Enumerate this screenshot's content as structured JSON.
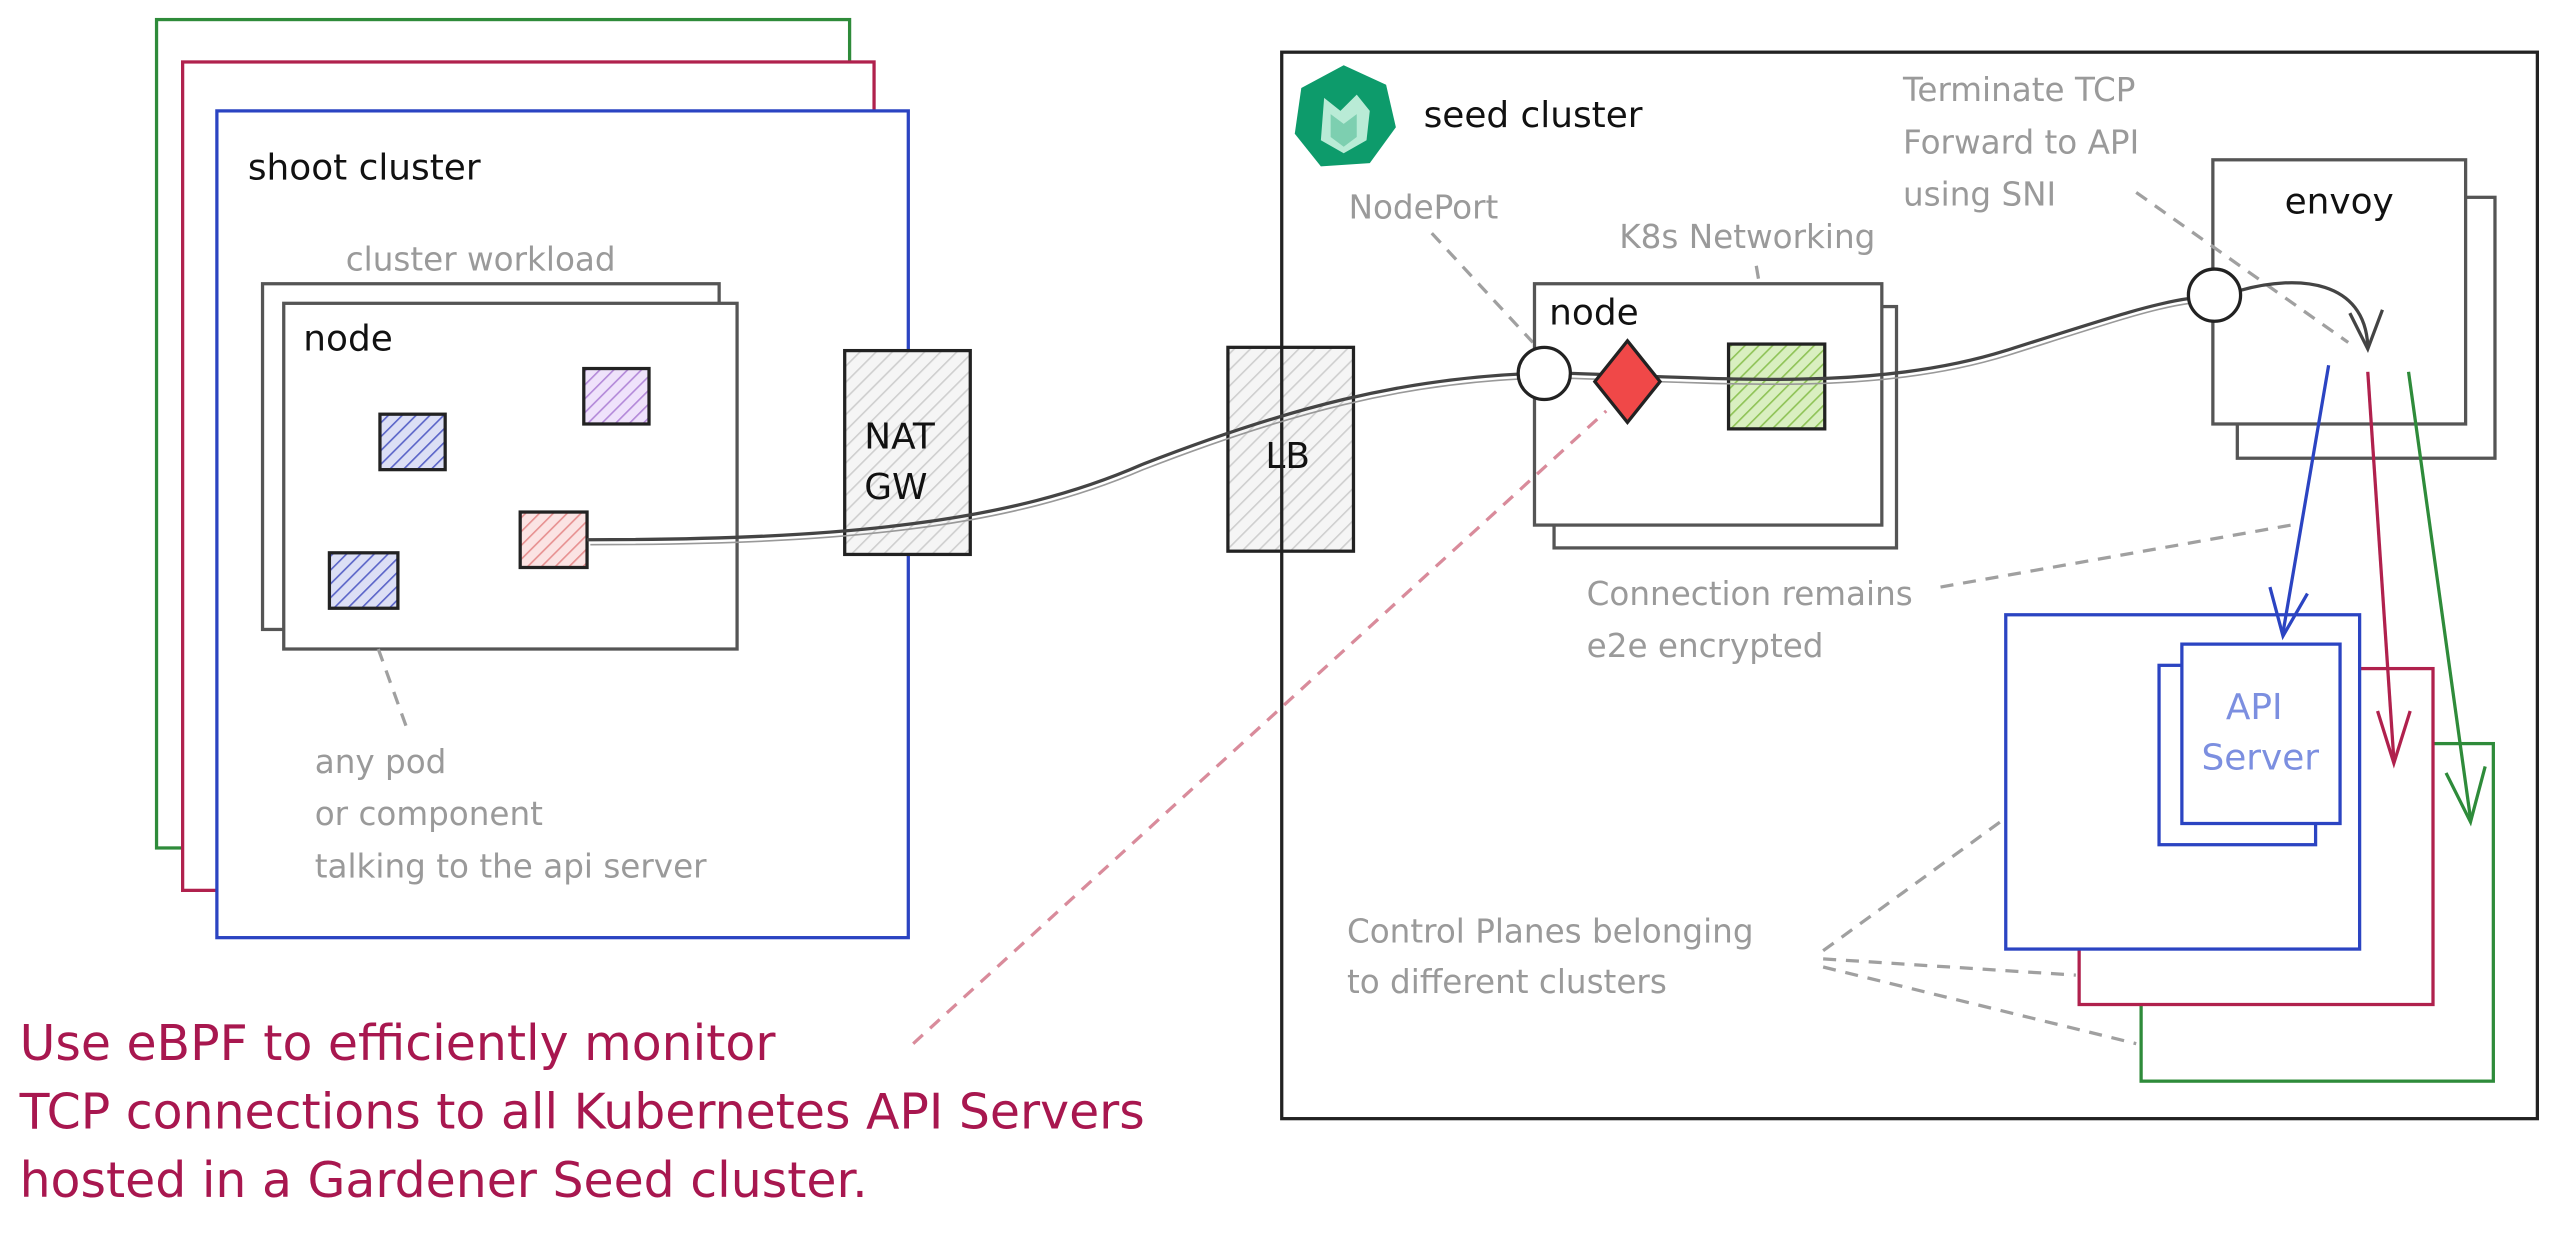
{
  "shoot": {
    "title": "shoot cluster",
    "workload_label": "cluster workload",
    "node_label": "node",
    "pod_note": [
      "any pod",
      "or component",
      "talking to the api server"
    ]
  },
  "natgw": {
    "label_line1": "NAT",
    "label_line2": "GW"
  },
  "lb": {
    "label": "LB"
  },
  "seed": {
    "title": "seed cluster",
    "nodeport_label": "NodePort",
    "k8s_label": "K8s Networking",
    "node_label": "node",
    "envoy_label": "envoy",
    "envoy_note": [
      "Terminate TCP",
      "Forward to API",
      "using SNI"
    ],
    "encrypted_note": [
      "Connection remains",
      "e2e encrypted"
    ],
    "api_label_line1": "API",
    "api_label_line2": "Server",
    "cp_note": [
      "Control Planes belonging",
      "to different clusters"
    ]
  },
  "callout": [
    "Use eBPF to efficiently monitor",
    "TCP connections to all Kubernetes API Servers",
    "hosted in a Gardener Seed cluster."
  ],
  "colors": {
    "green": "#2e8b3a",
    "crimson": "#b0214d",
    "blue": "#2b44c2",
    "api_text": "#7c8fe0",
    "note_gray": "#9a9a9a",
    "ebpf_red": "#f04848",
    "pod_green": "#a7d46b",
    "pod_purple": "#b389d9",
    "pod_blue": "#5a64c8",
    "pod_red": "#e79090",
    "gardener": "#0d9b6b"
  }
}
